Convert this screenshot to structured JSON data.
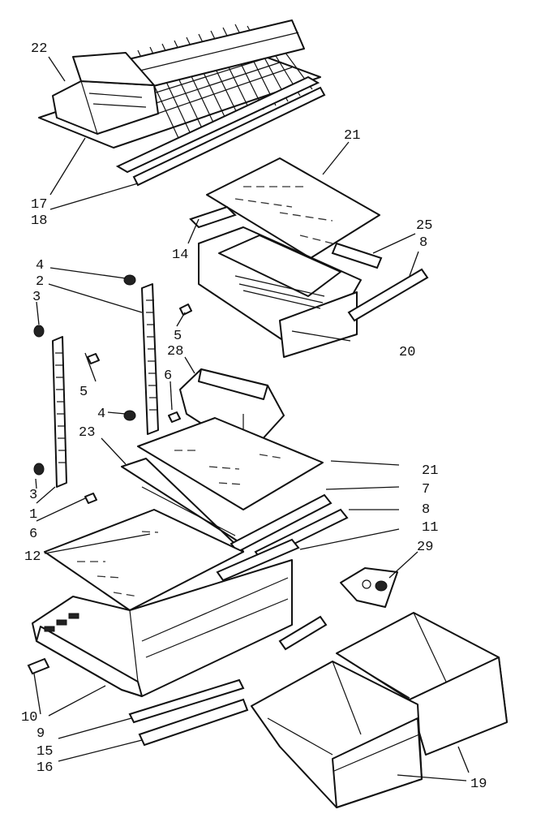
{
  "diagram": {
    "labels": {
      "l22": "22",
      "l17": "17",
      "l18": "18",
      "l21a": "21",
      "l25": "25",
      "l8a": "8",
      "l14": "14",
      "l4a": "4",
      "l2": "2",
      "l3a": "3",
      "l5a": "5",
      "l5b": "5",
      "l28": "28",
      "l20": "20",
      "l6a": "6",
      "l4b": "4",
      "l23": "23",
      "l21b": "21",
      "l7": "7",
      "l8b": "8",
      "l3b": "3",
      "l1": "1",
      "l6b": "6",
      "l11": "11",
      "l29": "29",
      "l12": "12",
      "l10": "10",
      "l9": "9",
      "l15": "15",
      "l16": "16",
      "l19": "19"
    }
  }
}
